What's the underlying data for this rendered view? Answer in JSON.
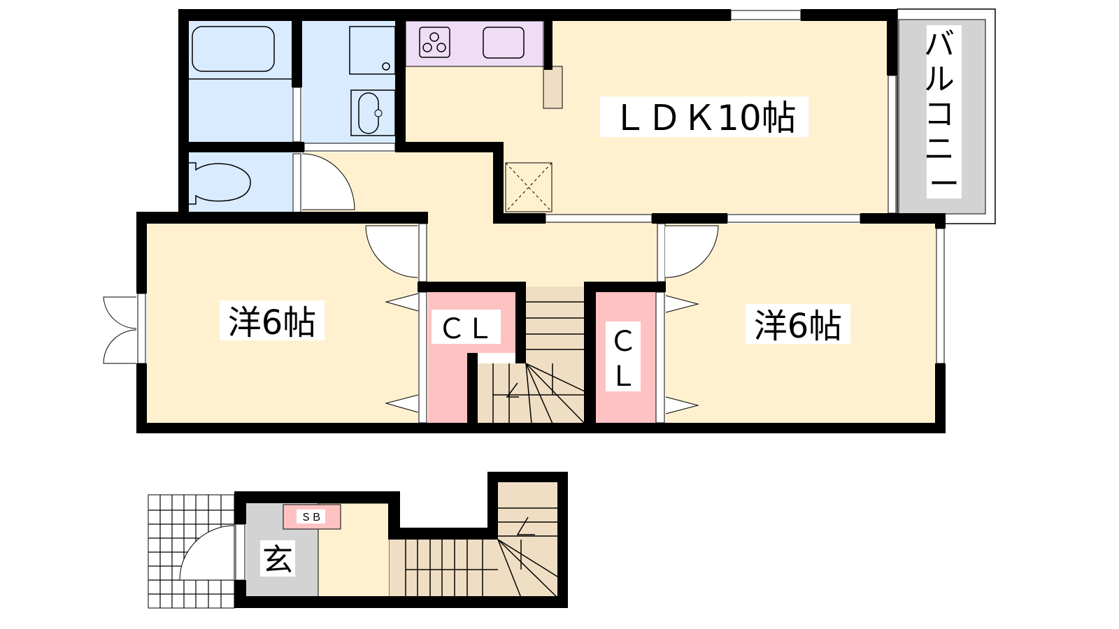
{
  "floor_plan": {
    "rooms": {
      "ldk": "ＬＤＫ10帖",
      "western_left": "洋6帖",
      "western_right": "洋6帖",
      "closet_left": "ＣＬ",
      "closet_right_1": "Ｃ",
      "closet_right_2": "Ｌ",
      "balcony": [
        "バ",
        "ル",
        "コ",
        "ニ",
        "ー"
      ],
      "entrance": "玄",
      "shoe_box": "ＳＢ"
    },
    "colors": {
      "floor": "#FFF1D0",
      "wet_area": "#D9EBFF",
      "kitchen": "#EEDDF5",
      "closet": "#FFC2C2",
      "stairs": "#F0DEC4",
      "entrance_balcony": "#D3D3D3"
    }
  }
}
